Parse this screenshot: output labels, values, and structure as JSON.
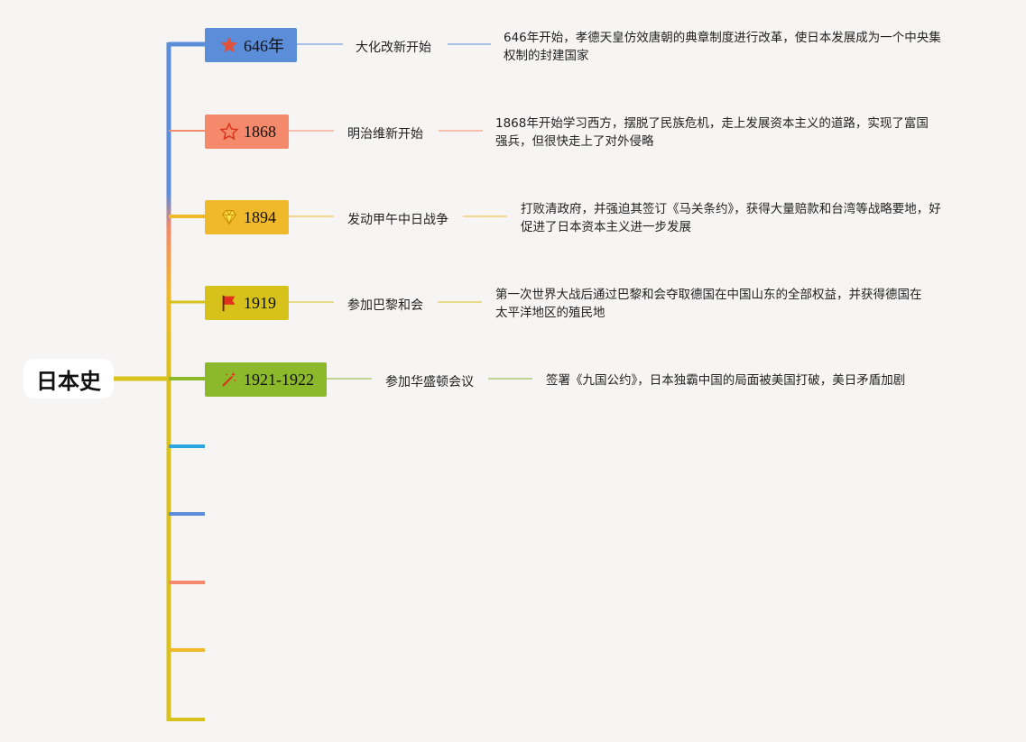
{
  "root": {
    "label": "日本史"
  },
  "colors": {
    "trunk": "#d9c21b",
    "row1": "#5b8dd9",
    "row2": "#f4896b",
    "row3": "#f0b92b",
    "row4": "#d6c21a",
    "row5": "#8cb82c",
    "empty1": "#2aa6e0",
    "empty2": "#5b8dd9",
    "empty3": "#f4896b",
    "empty4": "#f0b92b",
    "empty5": "#d6c21a"
  },
  "branches": [
    {
      "year": "646年",
      "icon": "star-filled-icon",
      "event": "大化改新开始",
      "desc_lines": [
        "646年开始，孝德天皇仿效唐朝的典章制度进行改革，使日本发展成为一个中央集",
        "权制的封建国家"
      ]
    },
    {
      "year": "1868",
      "icon": "star-outline-icon",
      "event": "明治维新开始",
      "desc_lines": [
        "1868年开始学习西方，摆脱了民族危机，走上发展资本主义的道路，实现了富国",
        "强兵，但很快走上了对外侵略"
      ]
    },
    {
      "year": "1894",
      "icon": "diamond-icon",
      "event": "发动甲午中日战争",
      "desc_lines": [
        "打败清政府，并强迫其签订《马关条约》，获得大量赔款和台湾等战略要地，好",
        "促进了日本资本主义进一步发展"
      ]
    },
    {
      "year": "1919",
      "icon": "flag-icon",
      "event": "参加巴黎和会",
      "desc_lines": [
        "第一次世界大战后通过巴黎和会夺取德国在中国山东的全部权益，并获得德国在",
        "太平洋地区的殖民地"
      ]
    },
    {
      "year": "1921-1922",
      "icon": "wand-icon",
      "event": "参加华盛顿会议",
      "desc_lines": [
        "签署《九国公约》，日本独霸中国的局面被美国打破，美日矛盾加剧"
      ]
    }
  ]
}
